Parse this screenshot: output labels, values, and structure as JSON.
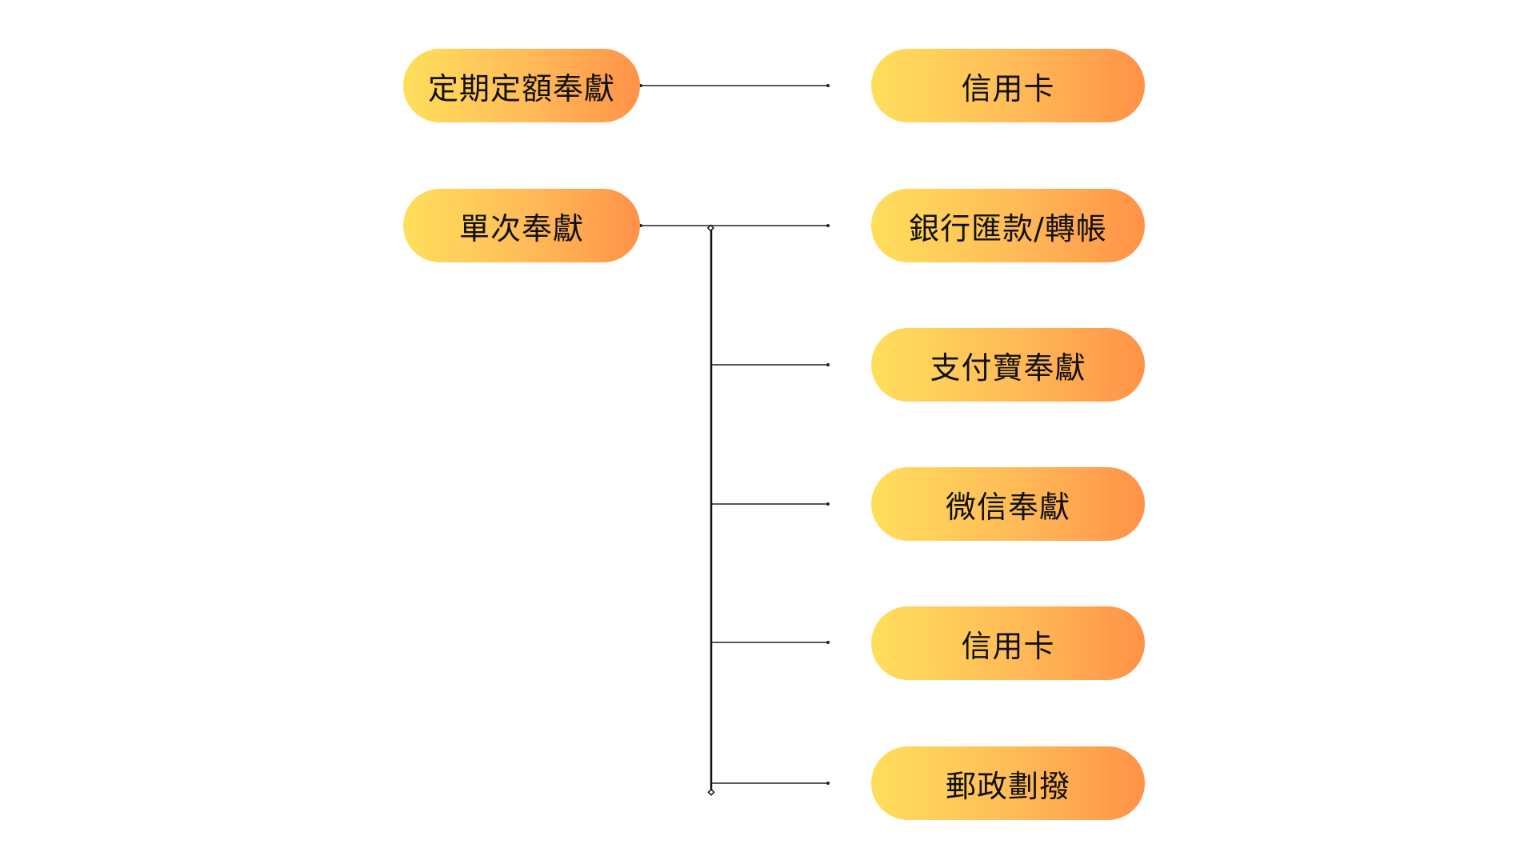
{
  "sources": [
    {
      "id": "recurring",
      "label": "定期定額奉獻"
    },
    {
      "id": "one_time",
      "label": "單次奉獻"
    }
  ],
  "recurring_methods": [
    {
      "label": "信用卡"
    }
  ],
  "one_time_methods": [
    {
      "label": "銀行匯款/轉帳"
    },
    {
      "label": "支付寶奉獻"
    },
    {
      "label": "微信奉獻"
    },
    {
      "label": "信用卡"
    },
    {
      "label": "郵政劃撥"
    }
  ],
  "colors": {
    "pill_gradient_start": "#ffdf5c",
    "pill_gradient_end": "#ff9248",
    "connector": "#222222",
    "text": "#111111",
    "background": "#ffffff"
  }
}
